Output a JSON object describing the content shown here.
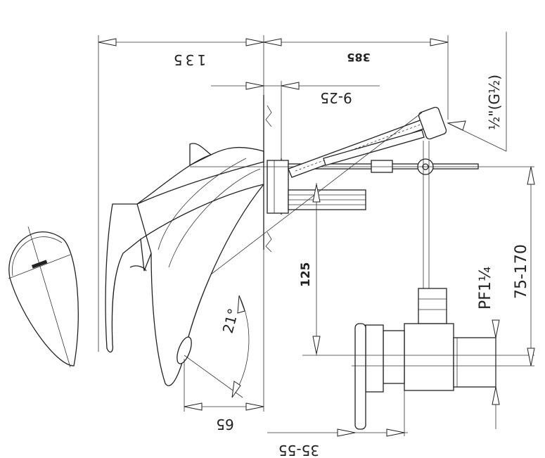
{
  "dimensions": {
    "width_total": "135",
    "reach": "385",
    "wall_thickness": "9-25",
    "inlet_thread": "½\"(G½)",
    "rod_height": "75-170",
    "drain_thread": "PF1¼",
    "spout_height": "125",
    "angle": "21°",
    "spout_projection": "65",
    "basin_thickness": "35-55"
  }
}
